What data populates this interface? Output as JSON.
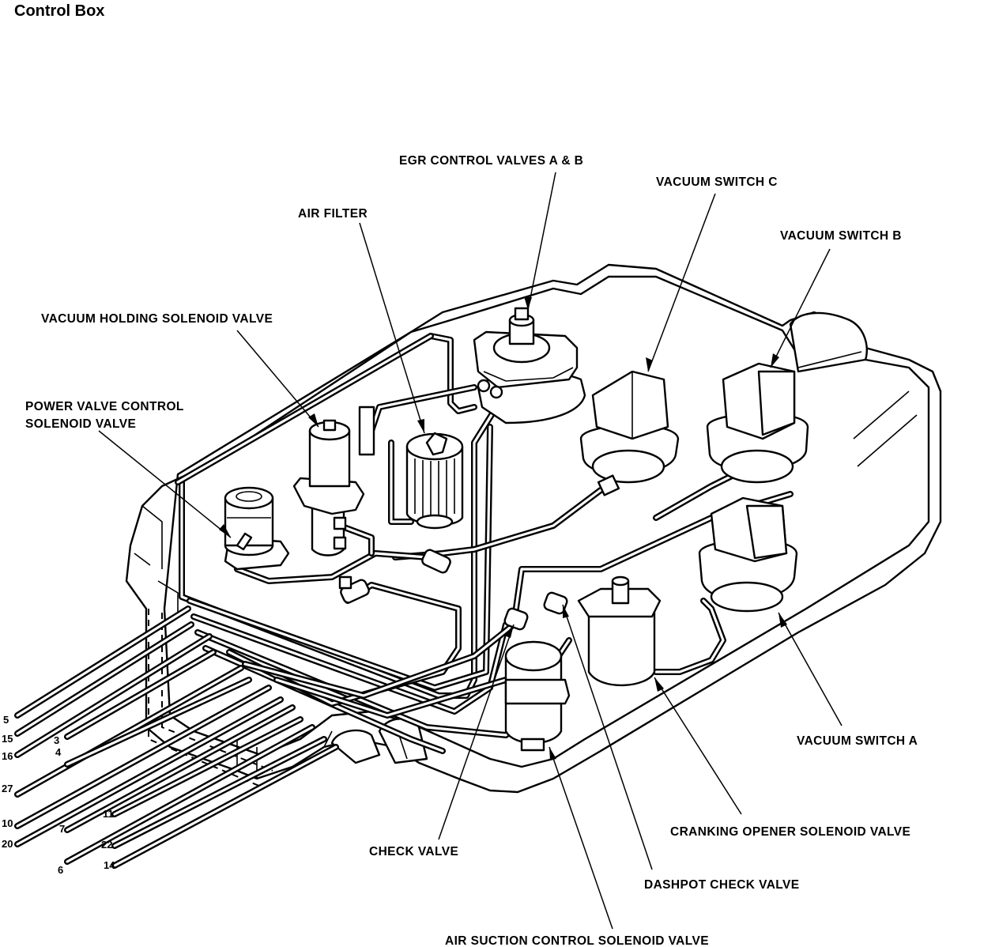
{
  "title": "Control Box",
  "labels": {
    "egr_control_valves": "EGR CONTROL VALVES A & B",
    "vacuum_switch_c": "VACUUM SWITCH C",
    "air_filter": "AIR FILTER",
    "vacuum_switch_b": "VACUUM SWITCH B",
    "vacuum_holding_solenoid_valve": "VACUUM HOLDING SOLENOID VALVE",
    "power_valve_control_line1": "POWER VALVE CONTROL",
    "power_valve_control_line2": "SOLENOID VALVE",
    "vacuum_switch_a": "VACUUM SWITCH A",
    "cranking_opener_solenoid_valve": "CRANKING OPENER SOLENOID VALVE",
    "check_valve": "CHECK VALVE",
    "dashpot_check_valve": "DASHPOT CHECK VALVE",
    "air_suction_control_solenoid_valve": "AIR SUCTION CONTROL SOLENOID  VALVE"
  },
  "hose_numbers": [
    "5",
    "15",
    "16",
    "3",
    "27",
    "4",
    "10",
    "20",
    "7",
    "11",
    "22",
    "6",
    "14"
  ]
}
